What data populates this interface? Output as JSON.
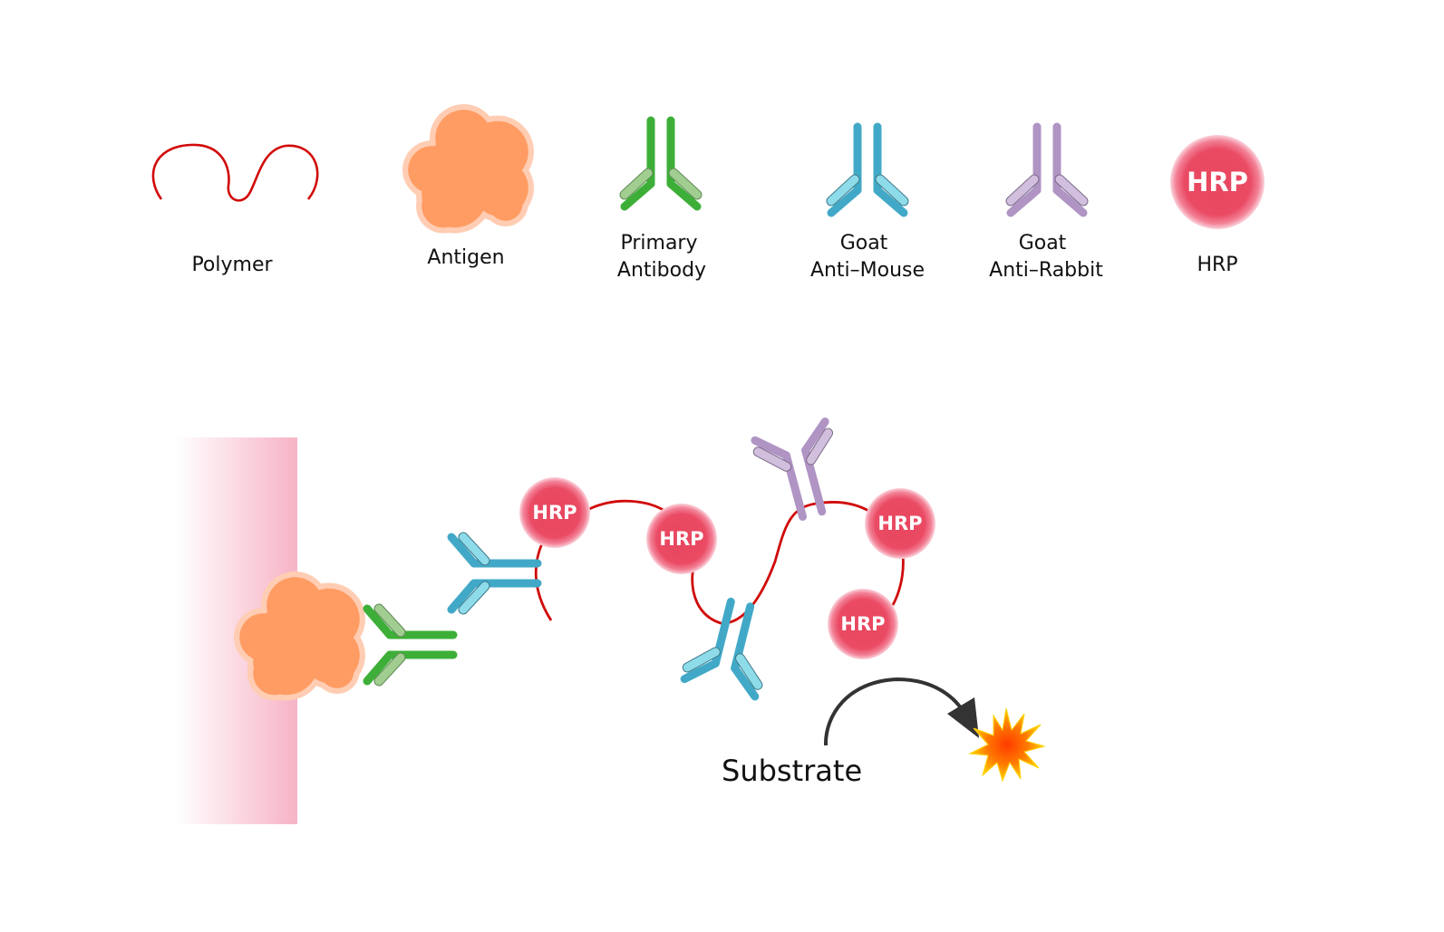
{
  "legend": {
    "polymer": "Polymer",
    "antigen": "Antigen",
    "primary_antibody": [
      "Primary",
      "Antibody"
    ],
    "goat_anti_mouse": [
      "Goat",
      "Anti–Mouse"
    ],
    "goat_anti_rabbit": [
      "Goat",
      "Anti–Rabbit"
    ],
    "hrp": "HRP",
    "hrp_badge": "HRP"
  },
  "diagram": {
    "hrp_labels": [
      "HRP",
      "HRP",
      "HRP",
      "HRP"
    ],
    "substrate": "Substrate"
  },
  "colors": {
    "polymer": "#d10a0a",
    "antigen": "#ff9c63",
    "antigen_outline": "#ffcdb3",
    "primary_heavy": "#3daf38",
    "primary_light": "#a2cd91",
    "anti_mouse_heavy": "#41a9c7",
    "anti_mouse_light": "#8edbea",
    "anti_rabbit_heavy": "#b094c4",
    "anti_rabbit_light": "#d2bfde",
    "hrp": "#e8465f",
    "surface": "#f7b3c6"
  }
}
